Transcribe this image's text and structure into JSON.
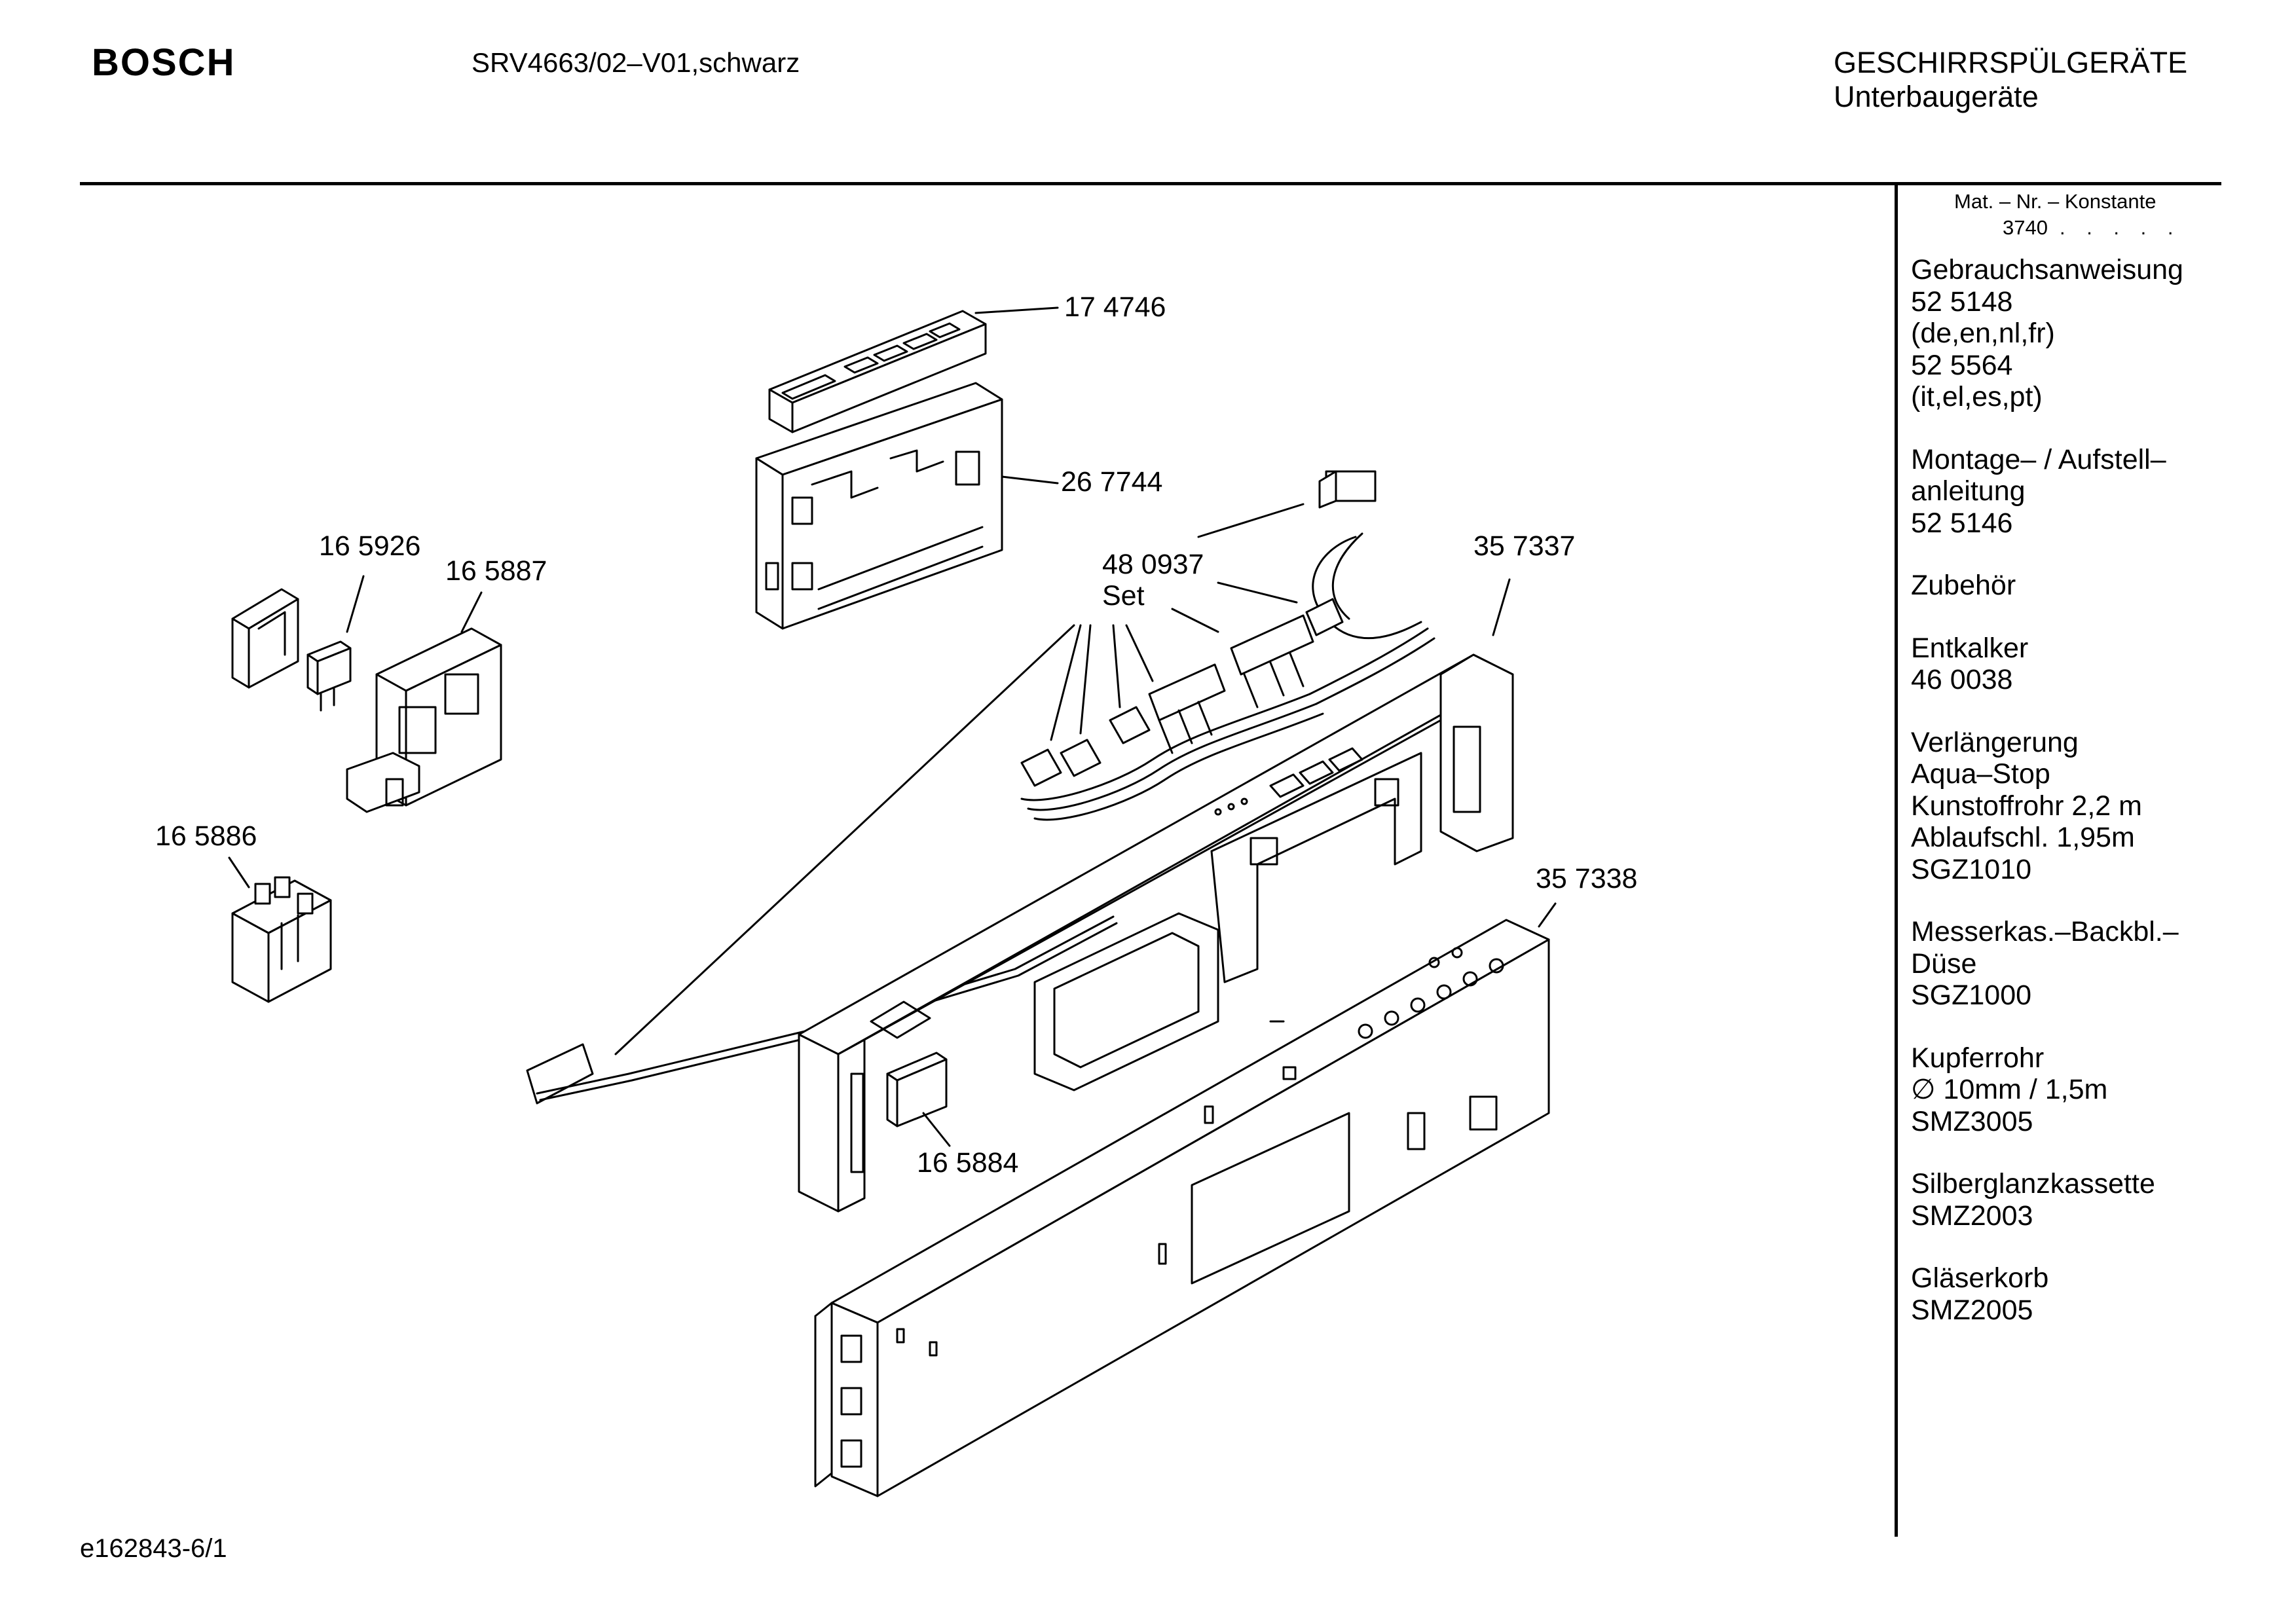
{
  "header": {
    "brand": "BOSCH",
    "model": "SRV4663/02–V01,schwarz",
    "category_line1": "GESCHIRRSPÜLGERÄTE",
    "category_line2": "Unterbaugeräte"
  },
  "sidebar": {
    "mat_nr_label": "Mat. – Nr. – Konstante",
    "konstante": "3740",
    "konstante_dots": ". . . . .",
    "groups": [
      {
        "lines": [
          "Gebrauchsanweisung",
          "52 5148",
          "(de,en,nl,fr)",
          "52 5564",
          "(it,el,es,pt)"
        ]
      },
      {
        "lines": [
          "Montage– / Aufstell–",
          "anleitung",
          "52 5146"
        ]
      },
      {
        "lines": [
          "Zubehör"
        ]
      },
      {
        "lines": [
          "Entkalker",
          "46 0038"
        ]
      },
      {
        "lines": [
          "Verlängerung",
          "Aqua–Stop",
          "Kunstoffrohr 2,2 m",
          "Ablaufschl. 1,95m",
          "SGZ1010"
        ]
      },
      {
        "lines": [
          "Messerkas.–Backbl.–",
          "Düse",
          "SGZ1000"
        ]
      },
      {
        "lines": [
          "Kupferrohr",
          "∅ 10mm / 1,5m",
          "SMZ3005"
        ]
      },
      {
        "lines": [
          "Silberglanzkassette",
          "SMZ2003"
        ]
      },
      {
        "lines": [
          "Gläserkorb",
          "SMZ2005"
        ]
      }
    ]
  },
  "parts": {
    "p174746": "17 4746",
    "p267744": "26 7744",
    "p165926": "16 5926",
    "p165887": "16 5887",
    "p480937": "48 0937",
    "p480937_set": "Set",
    "p357337": "35 7337",
    "p165886": "16 5886",
    "p357338": "35 7338",
    "p165884": "16 5884"
  },
  "footer": {
    "doc_id": "e162843-6/1"
  }
}
